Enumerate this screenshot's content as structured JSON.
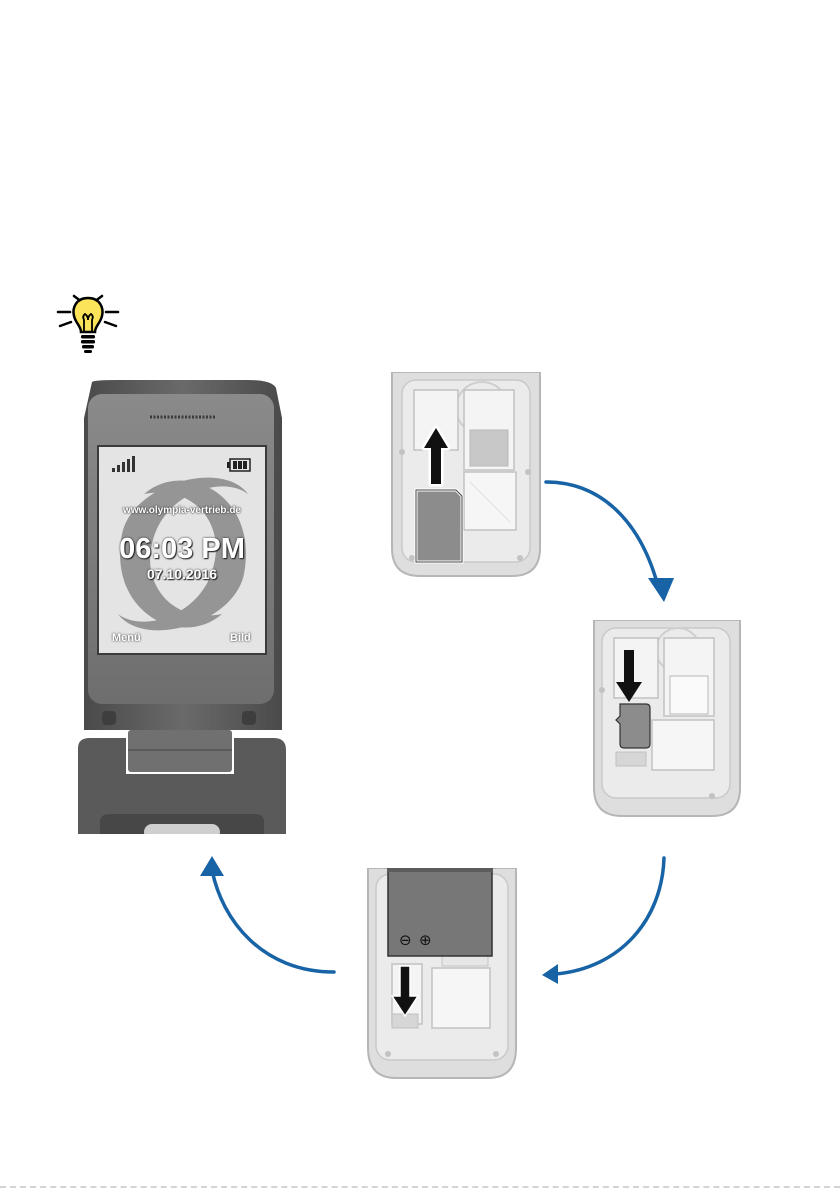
{
  "phone": {
    "screen": {
      "website": "www.olympia-vertrieb.de",
      "time": "06:03 PM",
      "date": "07.10.2016",
      "softkey_left": "Menü",
      "softkey_right": "Bild"
    }
  },
  "battery_step": {
    "minus_symbol": "⊖",
    "plus_symbol": "⊕"
  },
  "colors": {
    "arrow_blue": "#1763a6",
    "bulb_yellow": "#fbe35a",
    "phone_body": "#5b5b5b",
    "screen_bg": "#e4e4e4"
  },
  "icons": [
    "lightbulb-icon",
    "signal-icon",
    "battery-icon",
    "arrow-up-icon",
    "arrow-down-icon",
    "curved-arrow-icon"
  ]
}
